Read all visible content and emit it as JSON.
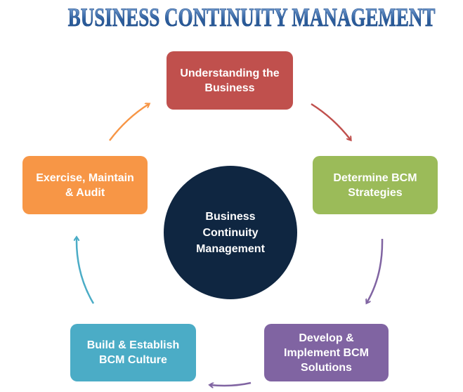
{
  "title": "BUSINESS CONTINUITY MANAGEMENT",
  "center": {
    "line1": "Business",
    "line2": "Continuity",
    "line3": "Management",
    "color": "#0f2641"
  },
  "steps": [
    {
      "lines": [
        "Understanding the",
        "Business"
      ],
      "color": "#c0504d"
    },
    {
      "lines": [
        "Determine BCM",
        "Strategies"
      ],
      "color": "#9bbb59"
    },
    {
      "lines": [
        "Develop &",
        "Implement BCM",
        "Solutions"
      ],
      "color": "#8064a2"
    },
    {
      "lines": [
        "Build & Establish",
        "BCM Culture"
      ],
      "color": "#4bacc6"
    },
    {
      "lines": [
        "Exercise, Maintain",
        "& Audit"
      ],
      "color": "#f79646"
    }
  ]
}
